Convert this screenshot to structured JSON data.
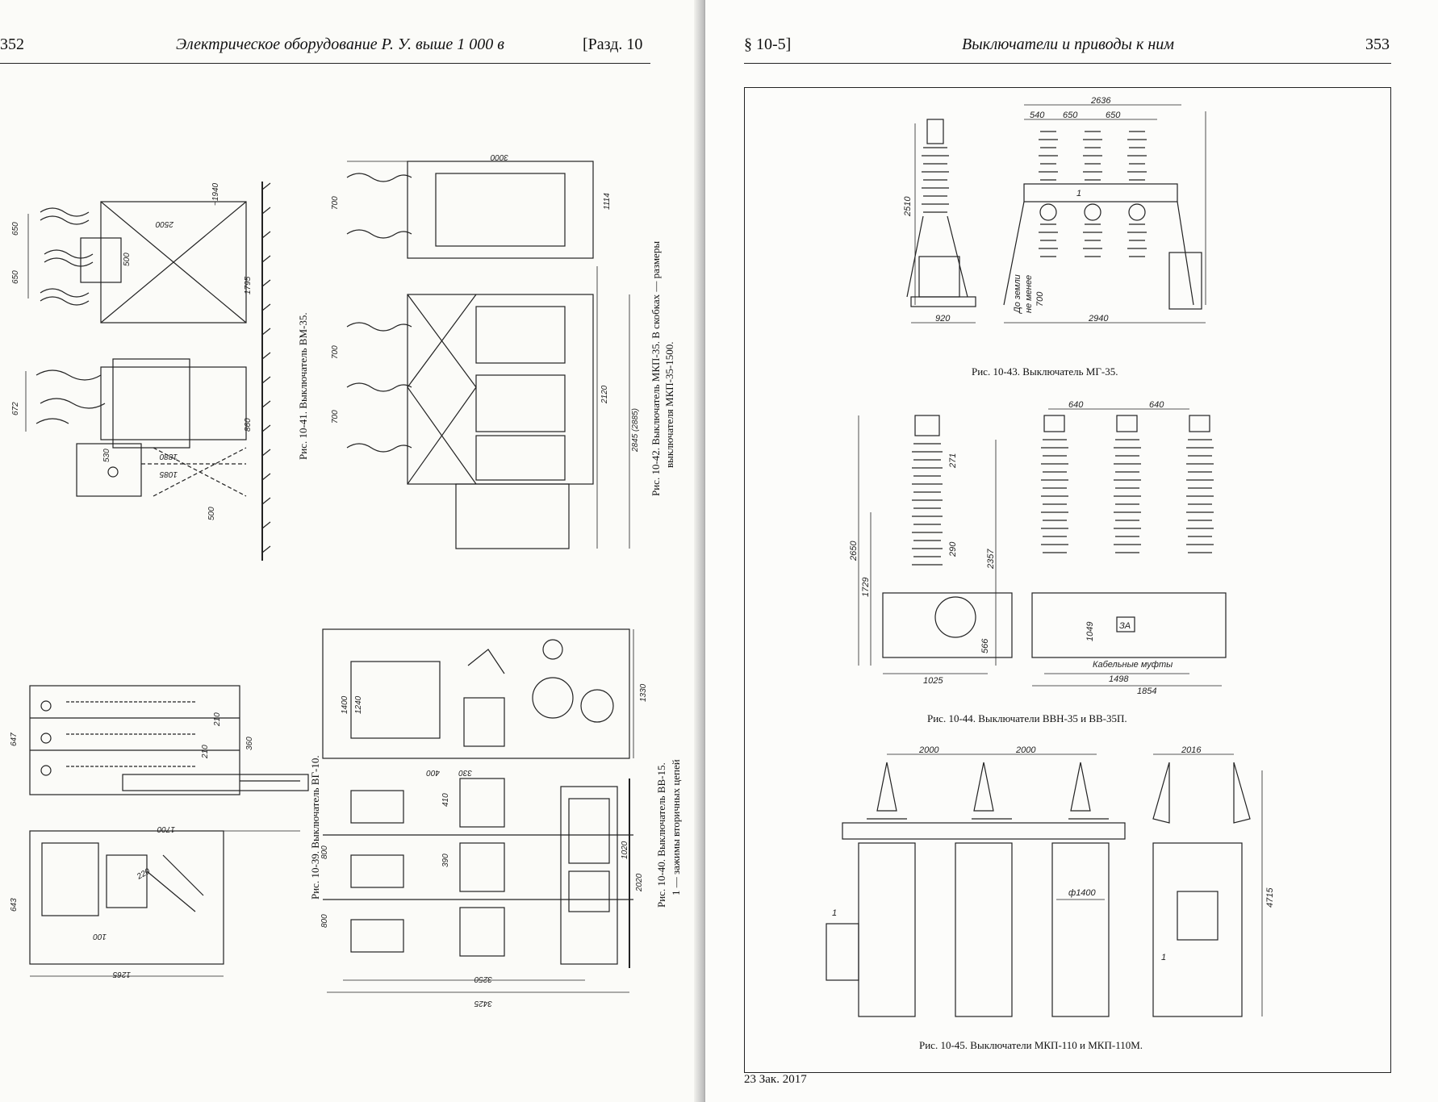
{
  "left_page": {
    "page_number": "352",
    "running_title": "Электрическое оборудование Р. У. выше 1 000 в",
    "section": "[Разд. 10"
  },
  "right_page": {
    "section": "§ 10-5]",
    "running_title": "Выключатели и приводы к ним",
    "page_number": "353",
    "footer": "23 Зак. 2017"
  },
  "figures": {
    "fig_10_39": {
      "caption": "Рис. 10-39. Выключатель ВГ-10.",
      "dims": [
        "647",
        "210",
        "210",
        "360",
        "1700",
        "643",
        "100",
        "1265",
        "220"
      ]
    },
    "fig_10_40": {
      "caption": "Рис. 10-40. Выключатель ВВ-15.",
      "caption_line2": "1 — зажимы вторичных цепей",
      "dims": [
        "1400",
        "1240",
        "400",
        "330",
        "1330",
        "410",
        "390",
        "800",
        "800",
        "1020",
        "2020",
        "3250",
        "3425"
      ]
    },
    "fig_10_41": {
      "caption": "Рис. 10-41. Выключатель ВМ-35.",
      "dims": [
        "650",
        "650",
        "500",
        "2500",
        "~1940",
        "1795",
        "672",
        "860",
        "1880",
        "1085",
        "530",
        "500"
      ]
    },
    "fig_10_42": {
      "caption": "Рис. 10-42. Выключатель МКП-35. В скобках — размеры",
      "caption_line2": "выключателя МКП-35-1500.",
      "dims": [
        "3000",
        "700",
        "1114",
        "700",
        "700",
        "2120",
        "2845 (2885)"
      ]
    },
    "fig_10_43": {
      "caption": "Рис. 10-43. Выключатель МГ-35.",
      "dims": [
        "2636",
        "540",
        "650",
        "650",
        "2510",
        "920",
        "2940",
        "До земли",
        "не менее",
        "700",
        "1"
      ]
    },
    "fig_10_44": {
      "caption": "Рис. 10-44. Выключатели ВВН-35 и ВВ-35П.",
      "dims": [
        "640",
        "640",
        "2650",
        "1729",
        "271",
        "290",
        "2357",
        "566",
        "1025",
        "1049",
        "ЗА",
        "Кабельные муфты",
        "1498",
        "1854"
      ]
    },
    "fig_10_45": {
      "caption": "Рис. 10-45. Выключатели МКП-110 и МКП-110М.",
      "dims": [
        "2000",
        "2000",
        "2016",
        "4715",
        "ф1400",
        "1",
        "1"
      ]
    }
  }
}
